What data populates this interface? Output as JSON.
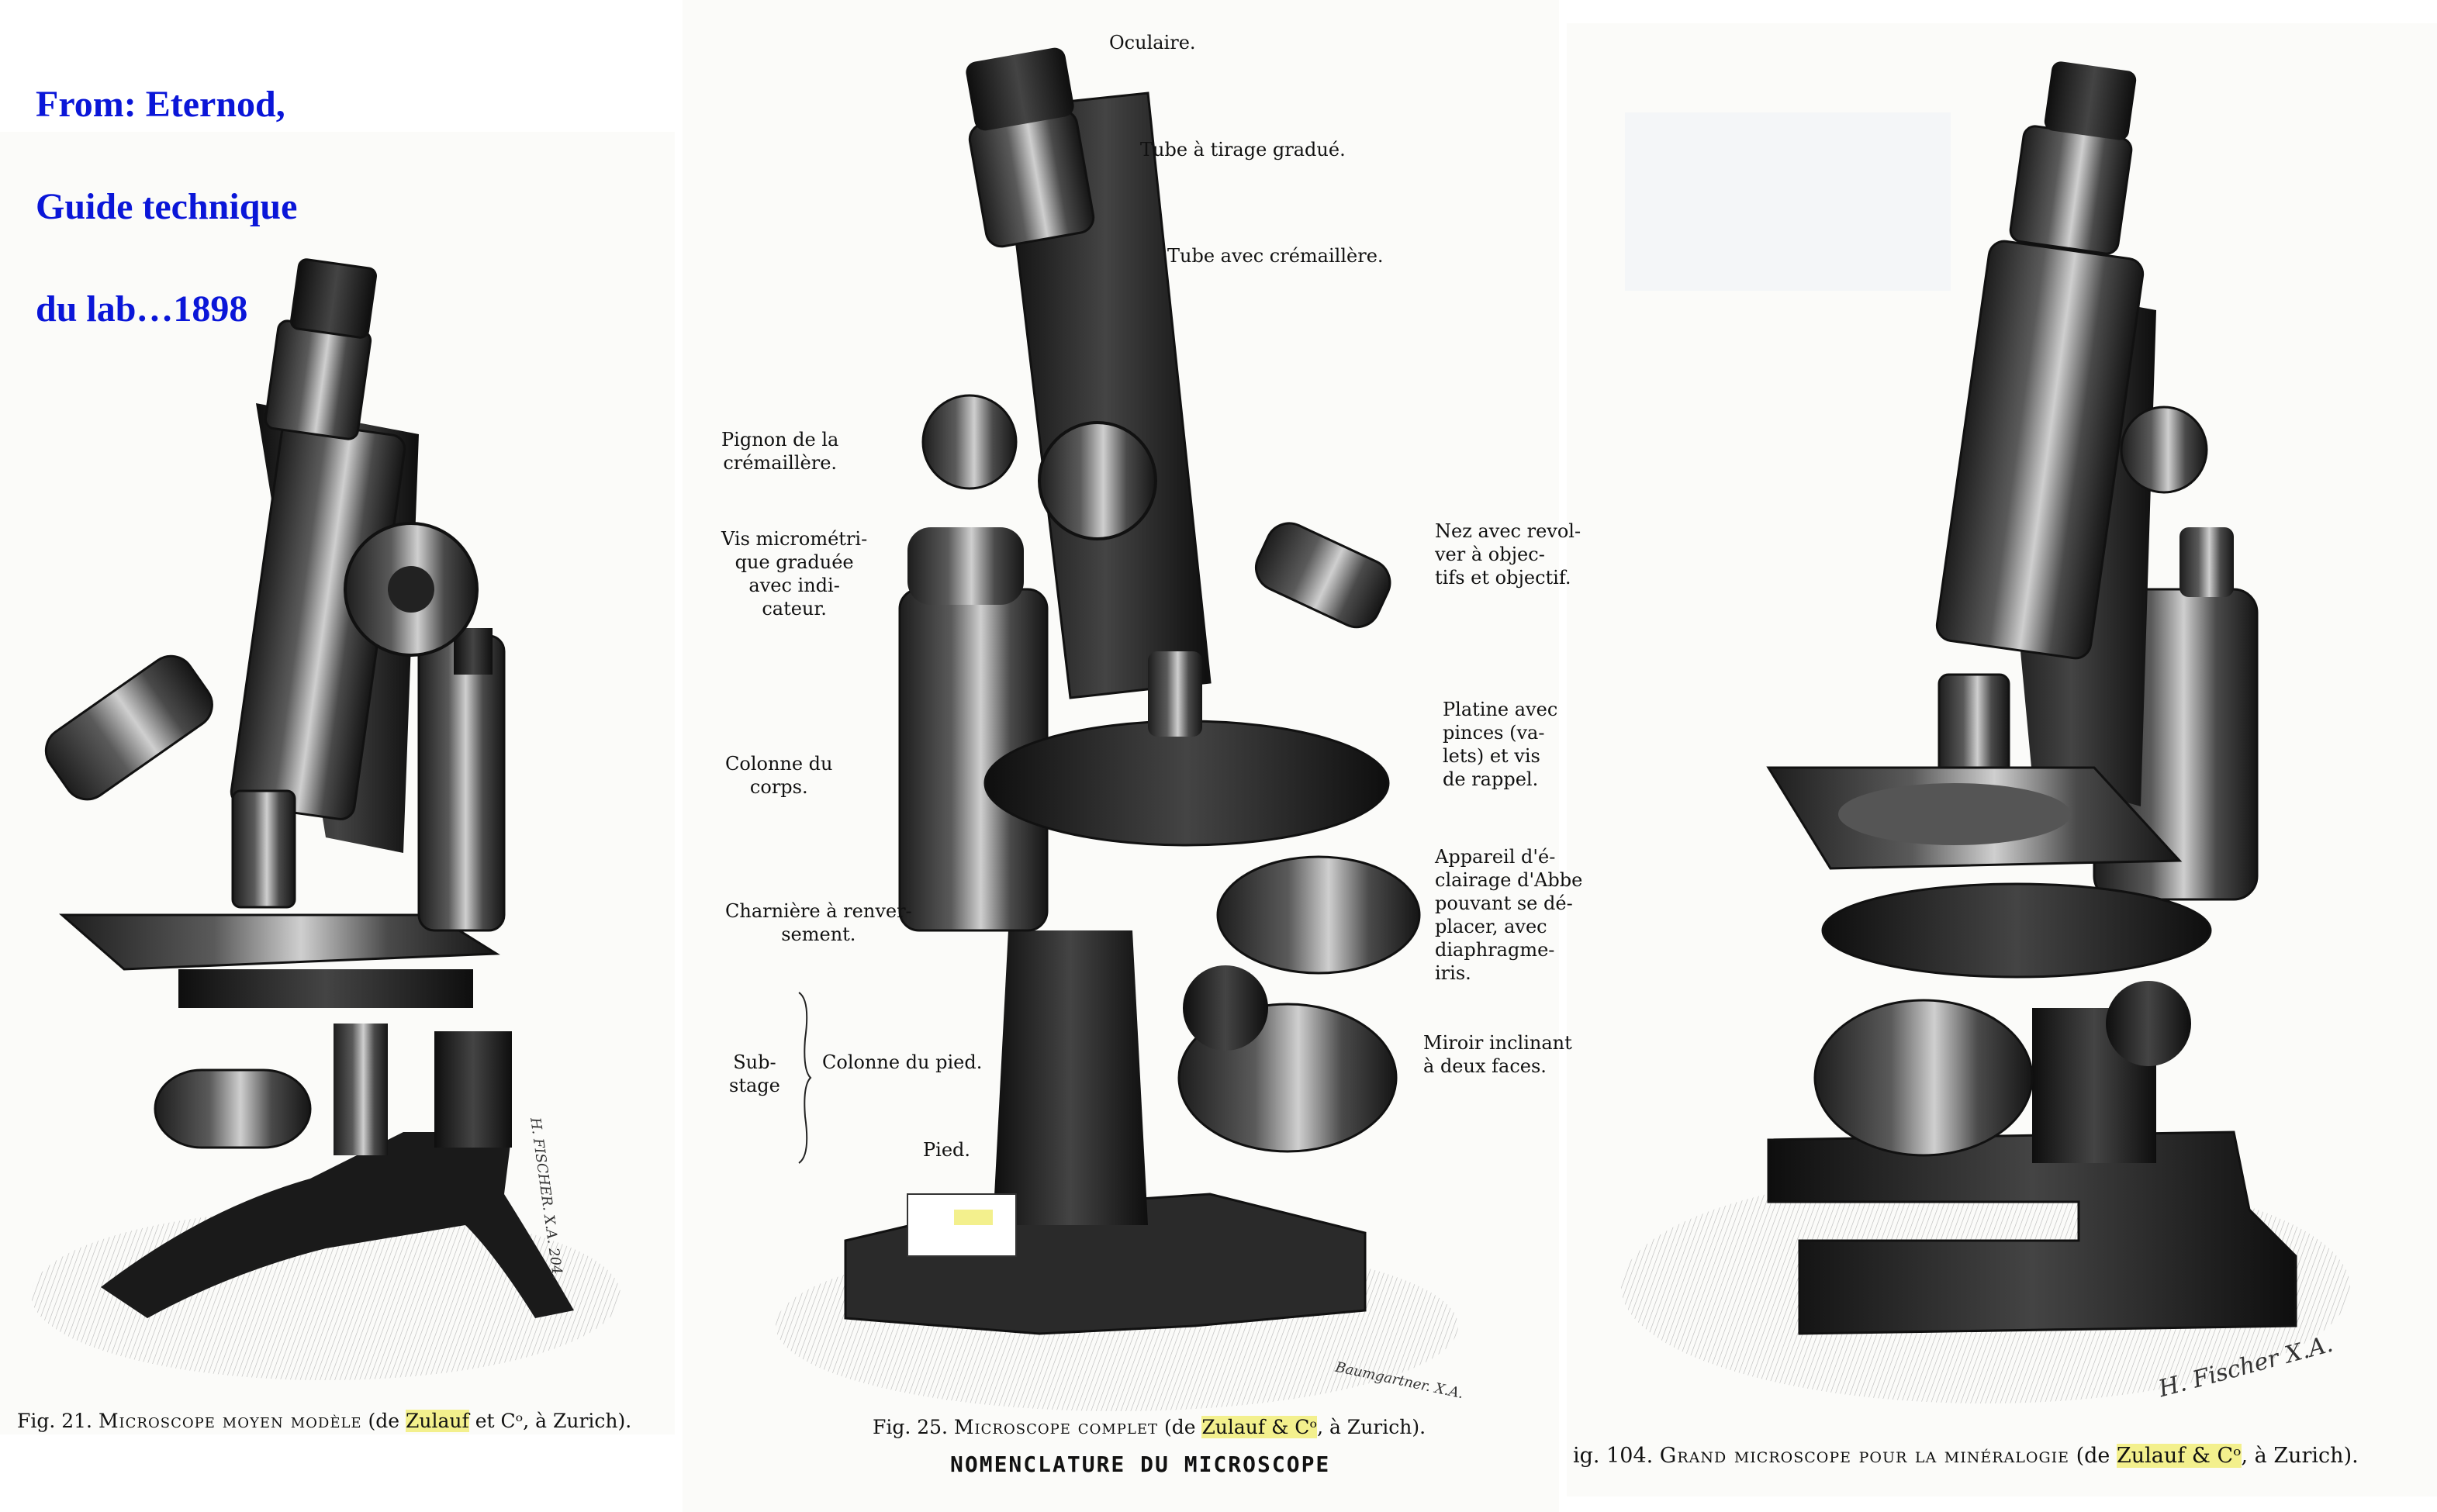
{
  "source_label": {
    "line1": "From: Eternod,",
    "line2": "Guide technique",
    "line3": "du lab…1898"
  },
  "figures": [
    {
      "fig_no": "Fig. 21.",
      "title": "Microscope moyen modèle",
      "maker_pre": "(de ",
      "maker": "Zulauf",
      "maker_post": " et Cᵒ, à Zurich).",
      "signature": "H. FISCHER. X.A. 204."
    },
    {
      "fig_no": "Fig. 25.",
      "title": "Microscope complet",
      "maker_pre": "(de ",
      "maker": "Zulauf & Cᵒ",
      "maker_post": ", à Zurich).",
      "signature": "Baumgartner. X.A."
    },
    {
      "fig_no": "ig. 104.",
      "title": "Grand microscope pour la minéralogie",
      "maker_pre": "(de ",
      "maker": "Zulauf & Cᵒ",
      "maker_post": ", à Zurich).",
      "signature": "H. Fischer X.A."
    }
  ],
  "nomenclature": {
    "heading": "NOMENCLATURE DU MICROSCOPE",
    "oculaire": "Oculaire.",
    "tube_tirage": "Tube à tirage gradué.",
    "tube_cremaillere": "Tube avec crémaillère.",
    "pignon": "Pignon de la\ncrémaillère.",
    "vis": "Vis micrométri-\nque graduée\navec indi-\ncateur.",
    "colonne_corps": "Colonne du\ncorps.",
    "charniere": "Charnière à renver-\nsement.",
    "substage": "Sub-\nstage",
    "colonne_pied": "Colonne du pied.",
    "pied": "Pied.",
    "nez": "Nez avec revol-\nver à objec-\ntifs et objectif.",
    "platine": "Platine avec\npinces (va-\nlets) et vis\nde rappel.",
    "appareil": "Appareil d'é-\nclairage d'Abbe\npouvant se dé-\nplacer, avec\ndiaphragme-\niris.",
    "miroir": "Miroir inclinant\nà deux faces."
  }
}
